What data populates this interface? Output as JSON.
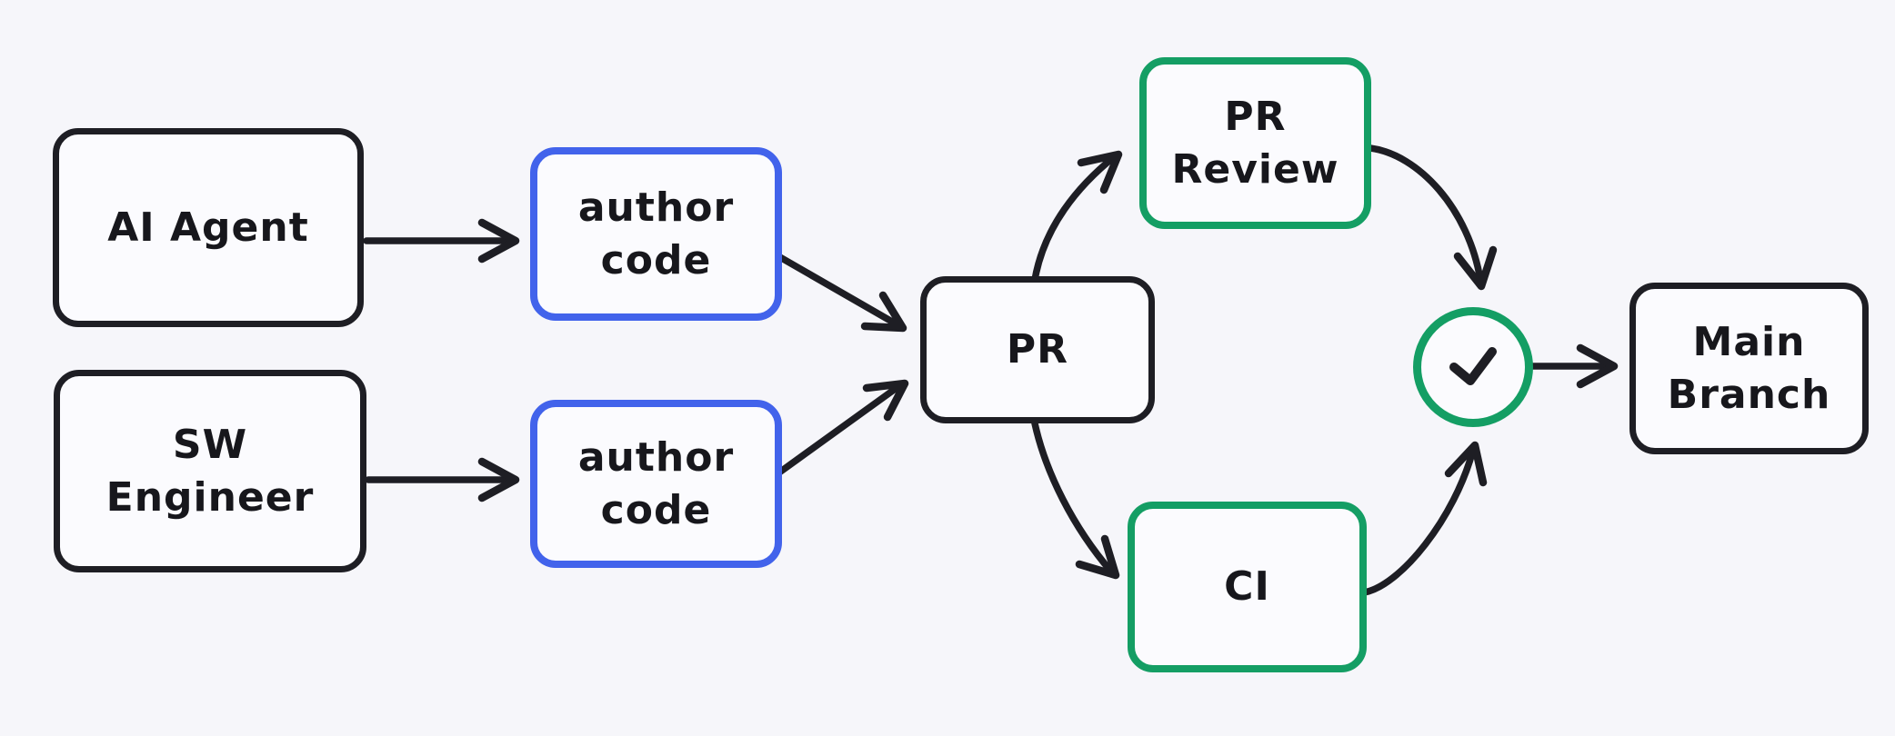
{
  "diagram": {
    "background_color": "#f6f6fa",
    "stroke_color": "#1e1e24",
    "accent_blue": "#4263eb",
    "accent_green": "#149e64",
    "nodes": {
      "ai_agent": {
        "lines": [
          "AI Agent"
        ]
      },
      "sw_engineer": {
        "lines": [
          "SW",
          "Engineer"
        ]
      },
      "author_code_top": {
        "lines": [
          "author",
          "code"
        ]
      },
      "author_code_bottom": {
        "lines": [
          "author",
          "code"
        ]
      },
      "pr": {
        "lines": [
          "PR"
        ]
      },
      "pr_review": {
        "lines": [
          "PR",
          "Review"
        ]
      },
      "ci": {
        "lines": [
          "CI"
        ]
      },
      "check": {
        "icon": "checkmark"
      },
      "main_branch": {
        "lines": [
          "Main",
          "Branch"
        ]
      }
    },
    "edges": [
      {
        "from": "ai_agent",
        "to": "author_code_top"
      },
      {
        "from": "sw_engineer",
        "to": "author_code_bottom"
      },
      {
        "from": "author_code_top",
        "to": "pr"
      },
      {
        "from": "author_code_bottom",
        "to": "pr"
      },
      {
        "from": "pr",
        "to": "pr_review"
      },
      {
        "from": "pr",
        "to": "ci"
      },
      {
        "from": "pr_review",
        "to": "check"
      },
      {
        "from": "ci",
        "to": "check"
      },
      {
        "from": "check",
        "to": "main_branch"
      }
    ]
  }
}
